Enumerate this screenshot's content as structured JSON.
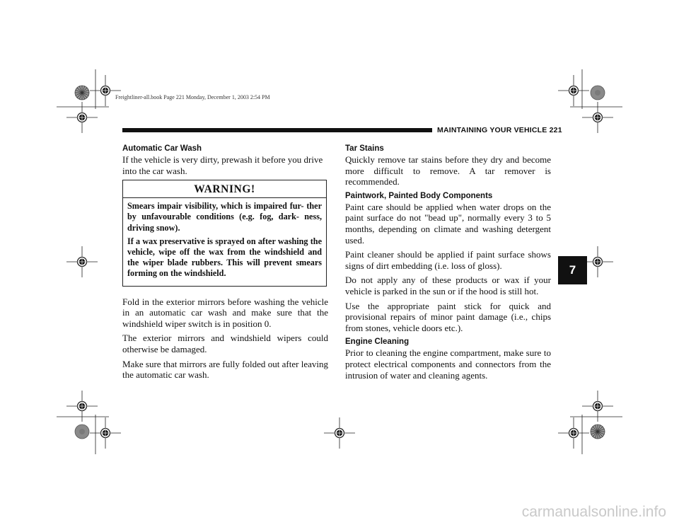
{
  "imprint": "Freightliner-all.book  Page 221  Monday, December 1, 2003  2:54 PM",
  "header": "MAINTAINING YOUR VEHICLE  221",
  "chapter_tab": "7",
  "left_column": {
    "heading": "Automatic Car Wash",
    "intro": "If the vehicle is very dirty, prewash it before you drive into the car wash.",
    "warning": {
      "title": "WARNING!",
      "paragraphs": [
        "Smears impair visibility, which is impaired fur- ther by unfavourable conditions (e.g. fog, dark- ness, driving snow).",
        "If a wax preservative is sprayed on after washing the vehicle, wipe off the wax from the windshield and the wiper blade rubbers. This will prevent smears forming on the windshield."
      ]
    },
    "paragraphs": [
      "Fold in the exterior mirrors before washing the vehicle in an automatic car wash and make sure that the windshield wiper switch is in position 0.",
      "The exterior mirrors and windshield wipers could otherwise be damaged.",
      "Make sure that mirrors are fully folded out after leaving the automatic car wash."
    ]
  },
  "right_column": {
    "tar": {
      "heading": "Tar Stains",
      "text": "Quickly remove tar stains before they dry and become more difficult to remove. A tar remover is recommended."
    },
    "paintwork": {
      "heading": "Paintwork, Painted Body Components",
      "paragraphs": [
        "Paint care should be applied when water drops on the paint surface do not \"bead up\", normally every 3 to 5 months, depending on climate and washing detergent used.",
        "Paint cleaner should be applied if paint surface shows signs of dirt embedding (i.e. loss of gloss).",
        "Do not apply any of these products or wax if your vehicle is parked in the sun or if the hood is still hot.",
        "Use the appropriate paint stick for quick and provisional repairs of minor paint damage (i.e., chips from stones, vehicle doors etc.)."
      ]
    },
    "engine": {
      "heading": "Engine Cleaning",
      "text": "Prior to cleaning the engine compartment, make sure to protect electrical components and connectors from the intrusion of water and cleaning agents."
    }
  },
  "watermark": "carmanualsonline.info"
}
